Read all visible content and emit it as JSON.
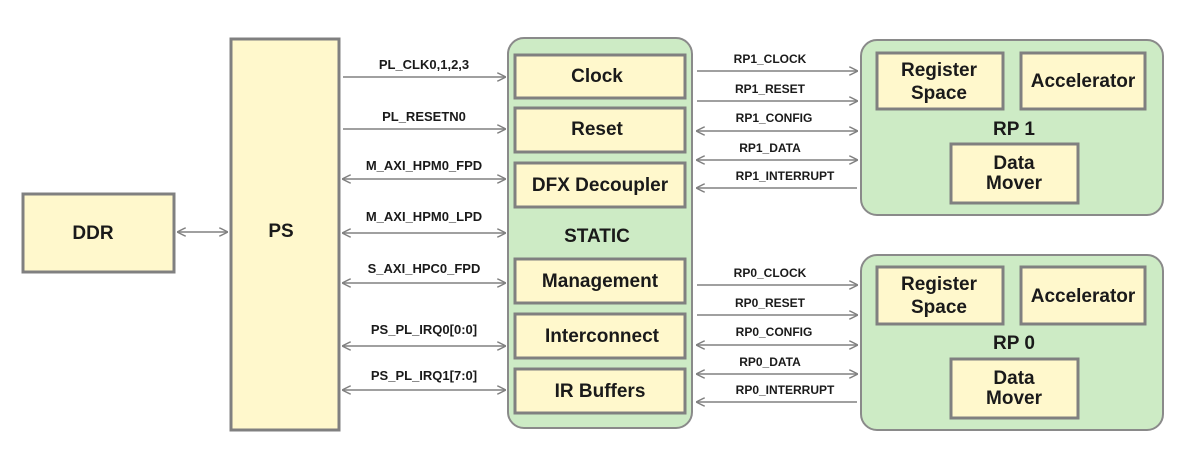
{
  "colors": {
    "block_fill": "#fff8cc",
    "block_border": "#808080",
    "region_fill": "#cdebc5",
    "region_border": "#8a8a8a",
    "arrow": "#808080",
    "text": "#1a1a1a"
  },
  "ddr": {
    "label": "DDR"
  },
  "ps": {
    "label": "PS"
  },
  "static": {
    "label": "STATIC",
    "blocks": {
      "clock": "Clock",
      "reset": "Reset",
      "dfx_decoupler": "DFX Decoupler",
      "management": "Management",
      "interconnect": "Interconnect",
      "ir_buffers": "IR Buffers"
    }
  },
  "ps_signals": {
    "pl_clk": "PL_CLK0,1,2,3",
    "pl_resetn": "PL_RESETN0",
    "m_axi_hpm0_fpd": "M_AXI_HPM0_FPD",
    "m_axi_hpm0_lpd": "M_AXI_HPM0_LPD",
    "s_axi_hpc0_fpd": "S_AXI_HPC0_FPD",
    "ps_pl_irq0": "PS_PL_IRQ0[0:0]",
    "ps_pl_irq1": "PS_PL_IRQ1[7:0]"
  },
  "rp1": {
    "label": "RP 1",
    "register_space_line1": "Register",
    "register_space_line2": "Space",
    "accelerator": "Accelerator",
    "data_mover_line1": "Data",
    "data_mover_line2": "Mover",
    "signals": {
      "clock": "RP1_CLOCK",
      "reset": "RP1_RESET",
      "config": "RP1_CONFIG",
      "data": "RP1_DATA",
      "interrupt": "RP1_INTERRUPT"
    }
  },
  "rp0": {
    "label": "RP 0",
    "register_space_line1": "Register",
    "register_space_line2": "Space",
    "accelerator": "Accelerator",
    "data_mover_line1": "Data",
    "data_mover_line2": "Mover",
    "signals": {
      "clock": "RP0_CLOCK",
      "reset": "RP0_RESET",
      "config": "RP0_CONFIG",
      "data": "RP0_DATA",
      "interrupt": "RP0_INTERRUPT"
    }
  }
}
